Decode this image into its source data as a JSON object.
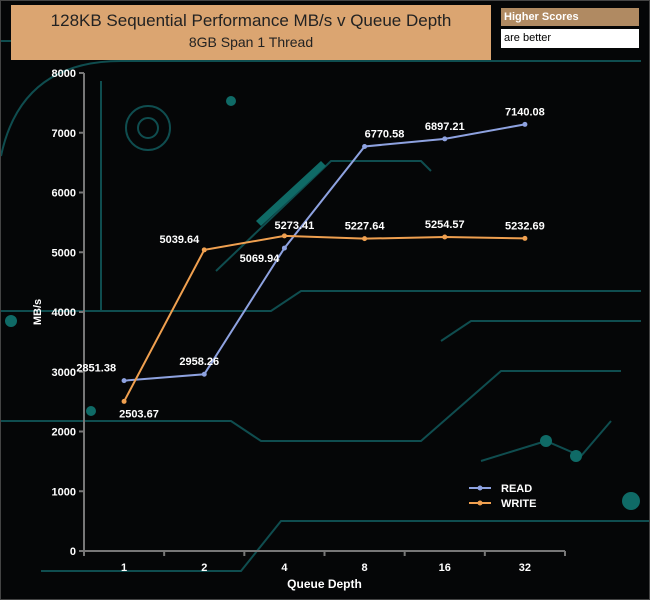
{
  "header": {
    "title": "128KB Sequential Performance MB/s v Queue Depth",
    "subtitle": "8GB Span 1 Thread",
    "badge_top": "Higher Scores",
    "badge_bottom": "are better"
  },
  "chart_data": {
    "type": "line",
    "title": "128KB Sequential Performance MB/s v Queue Depth",
    "subtitle": "8GB Span 1 Thread",
    "xlabel": "Queue Depth",
    "ylabel": "MB/s",
    "categories": [
      "1",
      "2",
      "4",
      "8",
      "16",
      "32"
    ],
    "ylim": [
      0,
      8000
    ],
    "yticks": [
      0,
      1000,
      2000,
      3000,
      4000,
      5000,
      6000,
      7000,
      8000
    ],
    "legend_position": "bottom-right",
    "series": [
      {
        "name": "READ",
        "color": "#8ea2e0",
        "values": [
          2851.38,
          2958.26,
          5069.94,
          6770.58,
          6897.21,
          7140.08
        ],
        "labels": [
          "2851.38",
          "2958.26",
          "5069.94",
          "6770.58",
          "6897.21",
          "7140.08"
        ]
      },
      {
        "name": "WRITE",
        "color": "#f0a050",
        "values": [
          2503.67,
          5039.64,
          5273.41,
          5227.64,
          5254.57,
          5232.69
        ],
        "labels": [
          "2503.67",
          "5039.64",
          "5273.41",
          "5227.64",
          "5254.57",
          "5232.69"
        ]
      }
    ]
  }
}
